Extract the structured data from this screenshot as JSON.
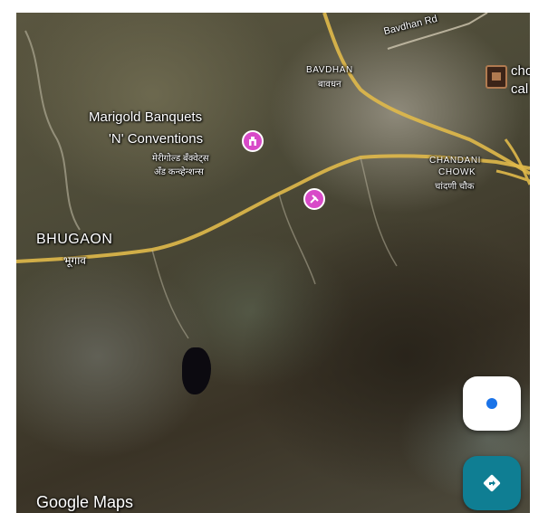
{
  "map": {
    "attribution": "Google Maps",
    "road_labels": {
      "bavdhan_rd": "Bavdhan Rd"
    },
    "places": {
      "bavdhan": {
        "en": "BAVDHAN",
        "local": "बावधन"
      },
      "bhugaon": {
        "en": "BHUGAON",
        "local": "भूगाव"
      },
      "chandani_chowk": {
        "en_line1": "CHANDANI",
        "en_line2": "CHOWK",
        "local": "चांदणी चौक"
      }
    },
    "pois": {
      "marigold": {
        "line1": "Marigold Banquets",
        "line2": "'N' Conventions",
        "local1": "मेरीगोल्ड बँक्वेट्स",
        "local2": "अँड कन्व्हेन्शन्स",
        "icon": "banquet-hall-icon",
        "color": "#d84ac8"
      },
      "shop": {
        "icon": "shopping-icon",
        "color": "#d84ac8"
      },
      "cut_off": {
        "line1": "cho",
        "line2": "cal",
        "icon": "cafe-icon"
      }
    }
  },
  "controls": {
    "my_location": {
      "icon": "my-location-icon",
      "accent": "#1a73e8"
    },
    "directions": {
      "icon": "directions-icon",
      "color": "#0f7e93"
    }
  }
}
